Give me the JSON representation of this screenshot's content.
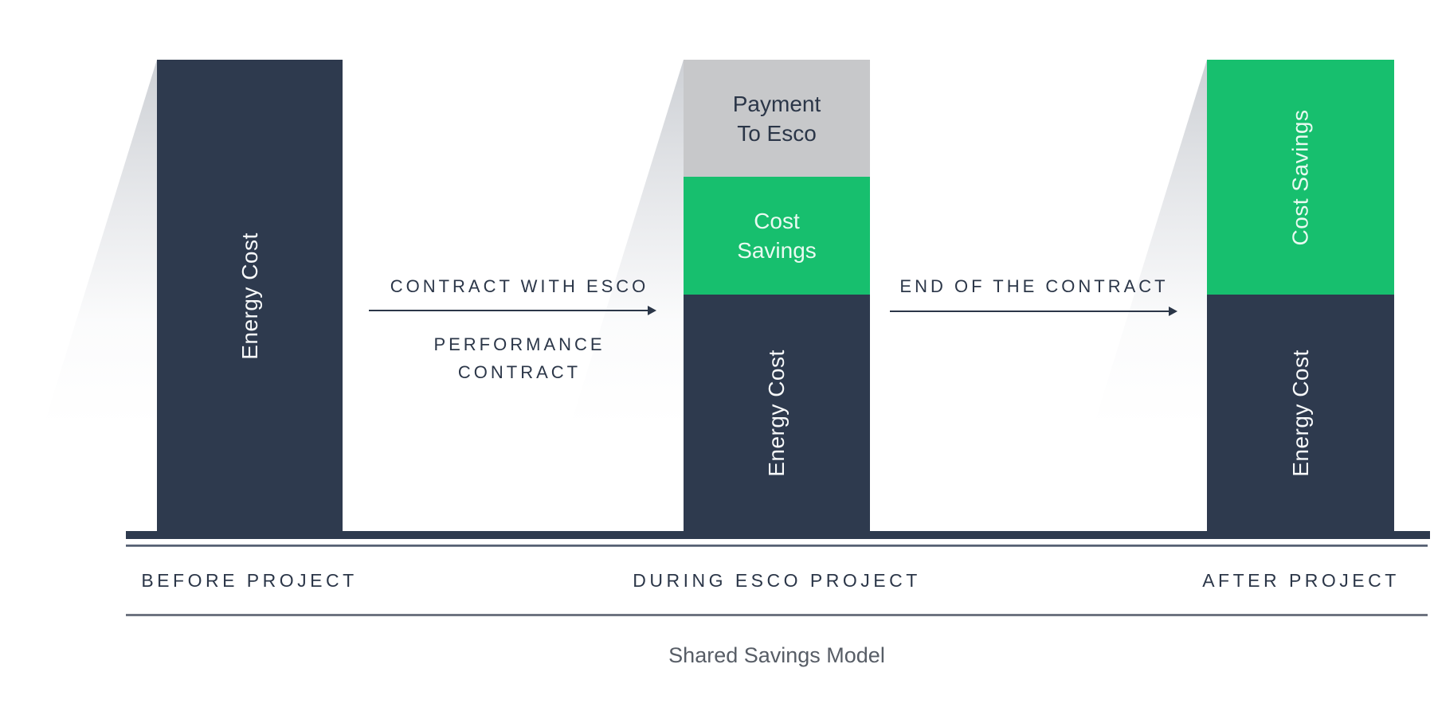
{
  "caption": "Shared Savings Model",
  "colors": {
    "energy_cost": "#2e3a4e",
    "cost_savings": "#17bf6e",
    "payment_to_esco": "#c7c8ca",
    "label_text": "#2b3648",
    "caption_text": "#575d66"
  },
  "stages": [
    {
      "label": "BEFORE PROJECT",
      "segments": [
        {
          "name": "Energy Cost",
          "label": "Energy Cost",
          "color": "#2e3a4e",
          "height_frac": 1.0,
          "text_orientation": "vertical"
        }
      ]
    },
    {
      "label": "DURING ESCO PROJECT",
      "segments": [
        {
          "name": "Payment To Esco",
          "label": "Payment\nTo Esco",
          "color": "#c7c8ca",
          "height_frac": 0.25,
          "text_orientation": "horizontal"
        },
        {
          "name": "Cost Savings",
          "label": "Cost\nSavings",
          "color": "#17bf6e",
          "height_frac": 0.25,
          "text_orientation": "horizontal"
        },
        {
          "name": "Energy Cost",
          "label": "Energy Cost",
          "color": "#2e3a4e",
          "height_frac": 0.5,
          "text_orientation": "vertical"
        }
      ]
    },
    {
      "label": "AFTER PROJECT",
      "segments": [
        {
          "name": "Cost Savings",
          "label": "Cost Savings",
          "color": "#17bf6e",
          "height_frac": 0.5,
          "text_orientation": "vertical"
        },
        {
          "name": "Energy Cost",
          "label": "Energy Cost",
          "color": "#2e3a4e",
          "height_frac": 0.5,
          "text_orientation": "vertical"
        }
      ]
    }
  ],
  "transitions": [
    {
      "label_top": "CONTRACT WITH ESCO",
      "label_bottom": "PERFORMANCE\nCONTRACT"
    },
    {
      "label_top": "END OF THE CONTRACT"
    }
  ],
  "chart_data": {
    "type": "bar",
    "stacked": true,
    "categories": [
      "BEFORE PROJECT",
      "DURING ESCO PROJECT",
      "AFTER PROJECT"
    ],
    "series": [
      {
        "name": "Energy Cost",
        "color": "#2e3a4e",
        "values": [
          1.0,
          0.5,
          0.5
        ]
      },
      {
        "name": "Cost Savings",
        "color": "#17bf6e",
        "values": [
          0,
          0.25,
          0.5
        ]
      },
      {
        "name": "Payment To Esco",
        "color": "#c7c8ca",
        "values": [
          0,
          0.25,
          0
        ]
      }
    ],
    "title": "Shared Savings Model",
    "ylim": [
      0,
      1
    ],
    "legend": "labels drawn inside segments",
    "grid": false
  }
}
